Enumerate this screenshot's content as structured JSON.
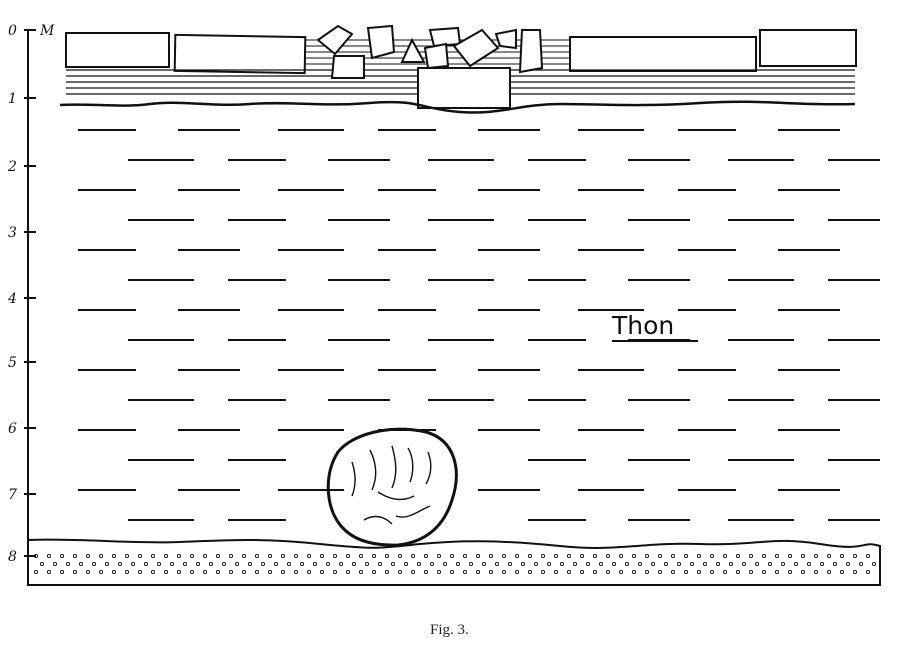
{
  "figure": {
    "caption": "Fig. 3.",
    "depth_unit": "M",
    "depth_ticks": [
      "0",
      "1",
      "2",
      "3",
      "4",
      "5",
      "6",
      "7",
      "8"
    ],
    "clay_label": "Thon"
  }
}
